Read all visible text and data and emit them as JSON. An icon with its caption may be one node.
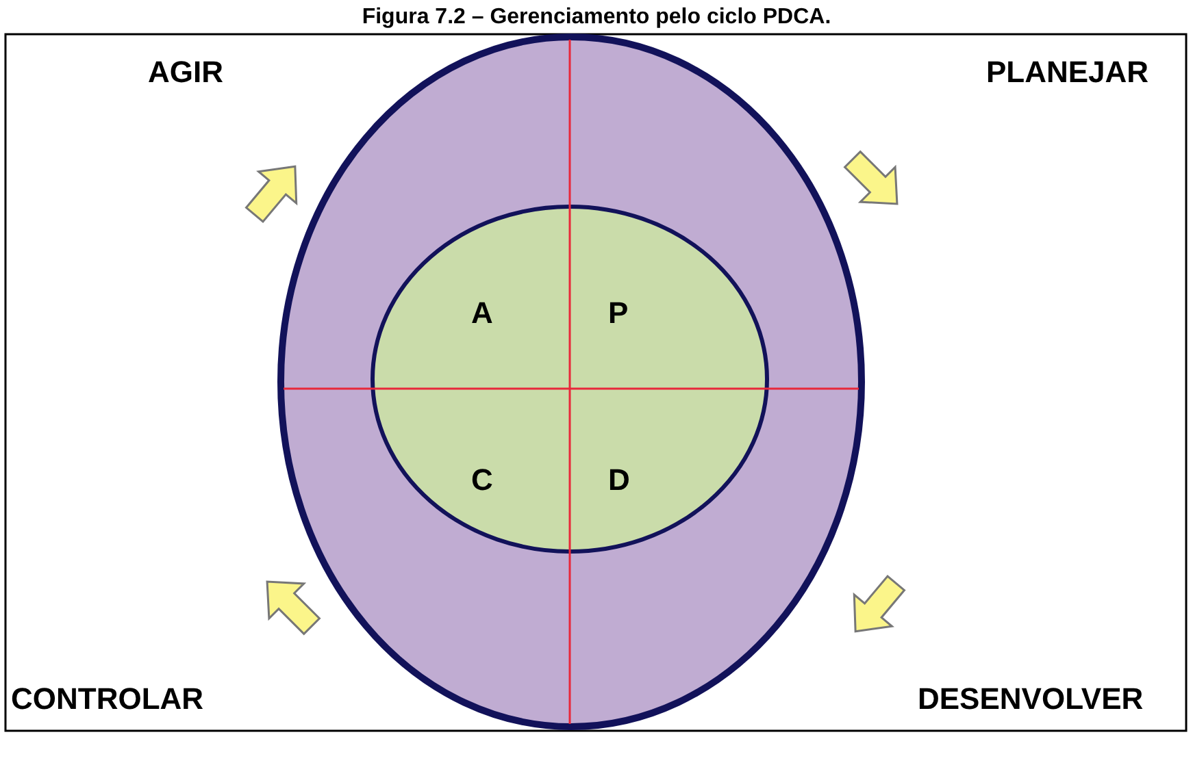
{
  "diagram": {
    "title": "Figura 7.2 – Gerenciamento pelo ciclo PDCA.",
    "labels": [
      "AGIR",
      "PLANEJAR",
      "A",
      "P",
      "C",
      "D",
      "CONTROLAR",
      "DESENVOLVER"
    ]
  }
}
